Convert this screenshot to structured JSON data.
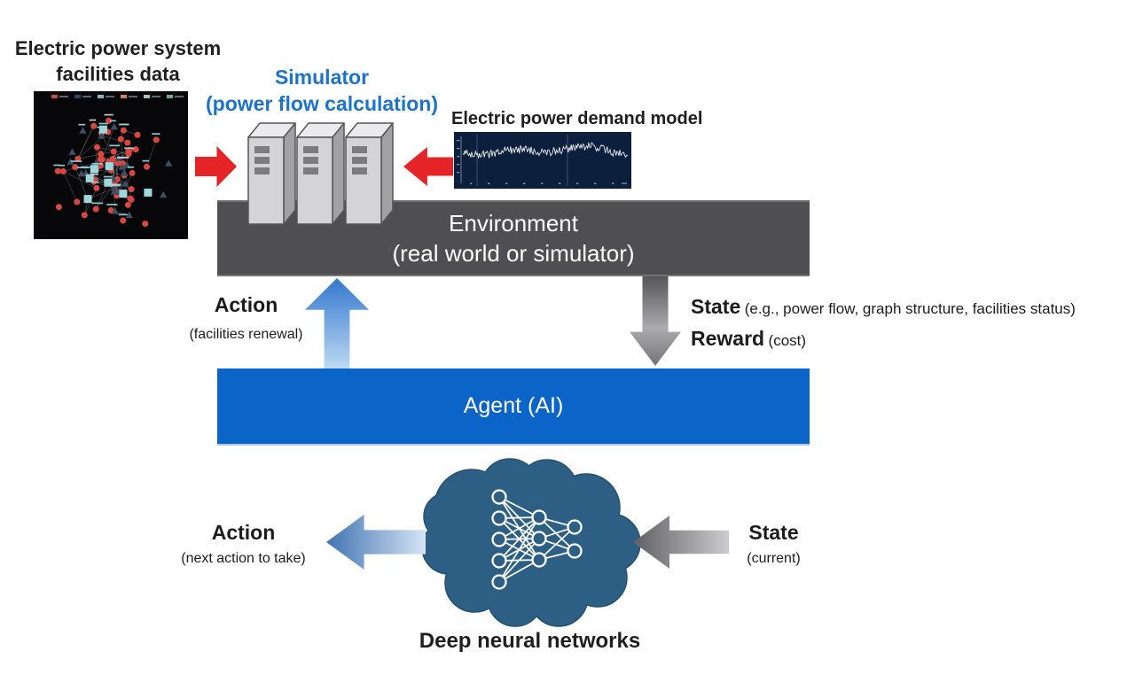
{
  "facilities": {
    "label_line1": "Electric power system",
    "label_line2": "facilities data",
    "graph": {
      "background": "#07070a",
      "legend_colors": [
        "#cf4a42",
        "#2c4a68",
        "#84b8c2",
        "#d58455",
        "#a8c4ae",
        "#6fae87"
      ],
      "circle_color": "#d9473f",
      "triangle_color": "#3c4f63",
      "square_color": "#9fd8dc",
      "edge_color": "#9aa3ad",
      "tiny_label_color": "#8fd2d8",
      "counts": {
        "circles": 52,
        "triangles": 22,
        "squares": 8,
        "edges": 64,
        "tiny_labels": 30
      }
    }
  },
  "simulator": {
    "title": "Simulator",
    "subtitle": "(power flow calculation)",
    "title_color": "#1b74c9",
    "server_count": 3
  },
  "demand": {
    "label": "Electric power demand model",
    "chart": {
      "background": "#0c1f3d",
      "line_color": "#ffffff",
      "grid_color": "#4d5f7d",
      "axis_color": "#93a1b4"
    }
  },
  "environment": {
    "title": "Environment",
    "subtitle": "(real world or simulator)",
    "background": "#4e4e53"
  },
  "agent": {
    "title": "Agent (AI)",
    "background": "#0b64c8"
  },
  "flows": {
    "action_up": {
      "label": "Action",
      "sublabel": "(facilities renewal)"
    },
    "state_down": {
      "label": "State",
      "detail": "(e.g., power flow, graph structure, facilities status)"
    },
    "reward": {
      "label": "Reward",
      "detail": "(cost)"
    },
    "action_out": {
      "label": "Action",
      "sublabel": "(next action to take)"
    },
    "state_in": {
      "label": "State",
      "sublabel": "(current)"
    }
  },
  "dnn": {
    "label": "Deep neural networks",
    "cloud_color": "#2d5f84",
    "cloud_stroke": "#24516f",
    "layers": [
      5,
      3,
      2
    ]
  },
  "arrows": {
    "red": "#e52428",
    "blue_tip": "#3478ce",
    "blue_tail": "#bed9f3",
    "gray_dark": "#55555a",
    "gray_mid": "#ababae",
    "gray_tip": "#737378",
    "out_blue_tip": "#3f74b2",
    "out_blue_tail": "#d5e4f5",
    "in_gray_tip": "#5f5f64",
    "in_gray_tail": "#cccccf"
  }
}
